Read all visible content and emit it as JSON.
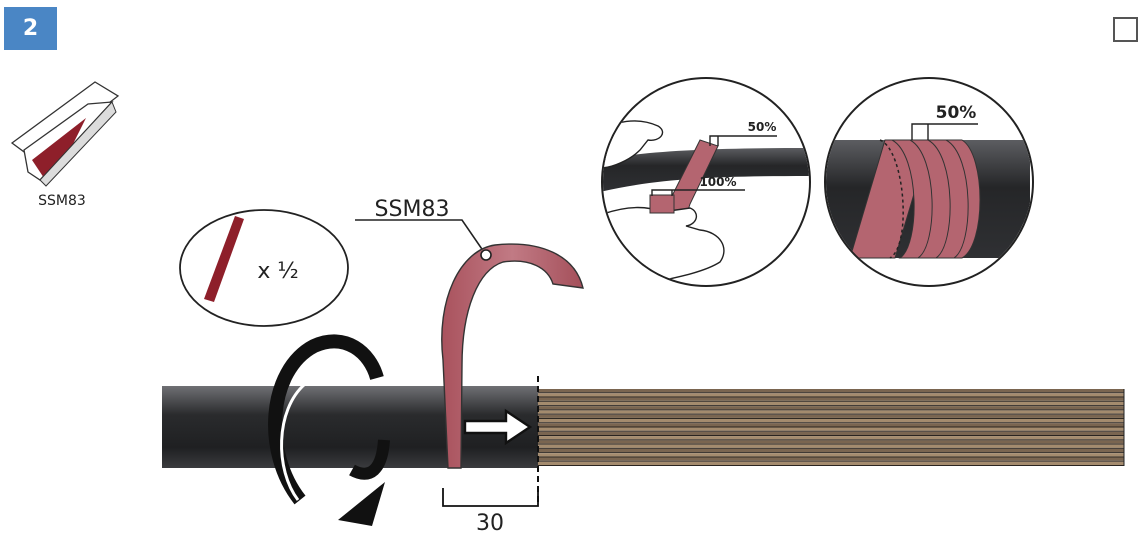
{
  "step": {
    "number": "2"
  },
  "checkbox": {
    "checked": false
  },
  "product": {
    "name": "SSM83",
    "icon": "tape-roll-icon"
  },
  "callout": {
    "label": "SSM83"
  },
  "quantity": {
    "label": "x ½"
  },
  "dimension": {
    "value": "30"
  },
  "detail_left": {
    "overlap_top": "50%",
    "overlap_bottom": "100%"
  },
  "detail_right": {
    "overlap": "50%"
  },
  "colors": {
    "badge": "#4a86c5",
    "tape": "#b46570",
    "tape_dark": "#9b2b36",
    "cable": "#2b2c2e",
    "wire": "#8c7660"
  },
  "icons": [
    "tape-roll-icon",
    "rotation-arrow-icon",
    "direction-arrow-icon",
    "cut-line-icon",
    "hand-icon"
  ]
}
